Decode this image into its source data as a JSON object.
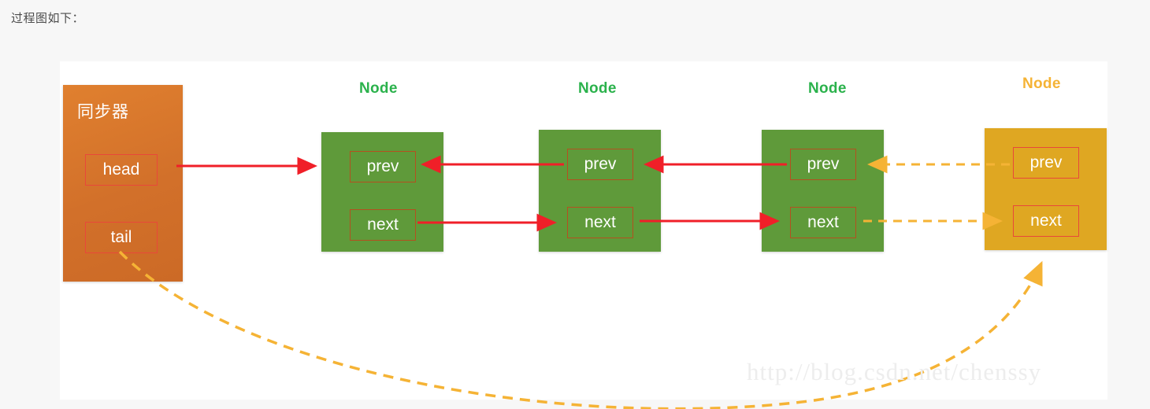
{
  "caption": "过程图如下：",
  "watermark": "http://blog.csdn.net/chenssy",
  "colors": {
    "page_background": "#f7f7f7",
    "panel_background": "#ffffff",
    "sync_box": "#d2702a",
    "node_green": "#5f9a3a",
    "node_amber": "#dfa722",
    "field_border_red": "#e8483a",
    "slot_border_brown": "#b5501f",
    "arrow_red": "#f01f28",
    "arrow_amber": "#f5b335",
    "label_green": "#2bb24c",
    "label_amber": "#f5b335",
    "watermark_gray": "#ededed"
  },
  "synchronizer": {
    "title": "同步器",
    "fields": [
      {
        "name": "head",
        "label": "head"
      },
      {
        "name": "tail",
        "label": "tail"
      }
    ]
  },
  "nodes": [
    {
      "label": "Node",
      "color": "green",
      "prev": "prev",
      "next": "next"
    },
    {
      "label": "Node",
      "color": "green",
      "prev": "prev",
      "next": "next"
    },
    {
      "label": "Node",
      "color": "green",
      "prev": "prev",
      "next": "next"
    },
    {
      "label": "Node",
      "color": "amber",
      "prev": "prev",
      "next": "next"
    }
  ],
  "connections": [
    {
      "from": "head",
      "to": "node1",
      "style": "solid",
      "color": "#f01f28",
      "direction": "right"
    },
    {
      "from": "node2.prev",
      "to": "node1",
      "style": "solid",
      "color": "#f01f28",
      "direction": "left"
    },
    {
      "from": "node3.prev",
      "to": "node2",
      "style": "solid",
      "color": "#f01f28",
      "direction": "left"
    },
    {
      "from": "node4.prev",
      "to": "node3",
      "style": "dashed",
      "color": "#f5b335",
      "direction": "left"
    },
    {
      "from": "node1.next",
      "to": "node2.next",
      "style": "solid",
      "color": "#f01f28",
      "direction": "right"
    },
    {
      "from": "node2.next",
      "to": "node3.next",
      "style": "solid",
      "color": "#f01f28",
      "direction": "right"
    },
    {
      "from": "node3.next",
      "to": "node4.next",
      "style": "dashed",
      "color": "#f5b335",
      "direction": "right"
    },
    {
      "from": "tail",
      "to": "node4",
      "style": "dashed",
      "color": "#f5b335",
      "direction": "curve-up"
    }
  ]
}
